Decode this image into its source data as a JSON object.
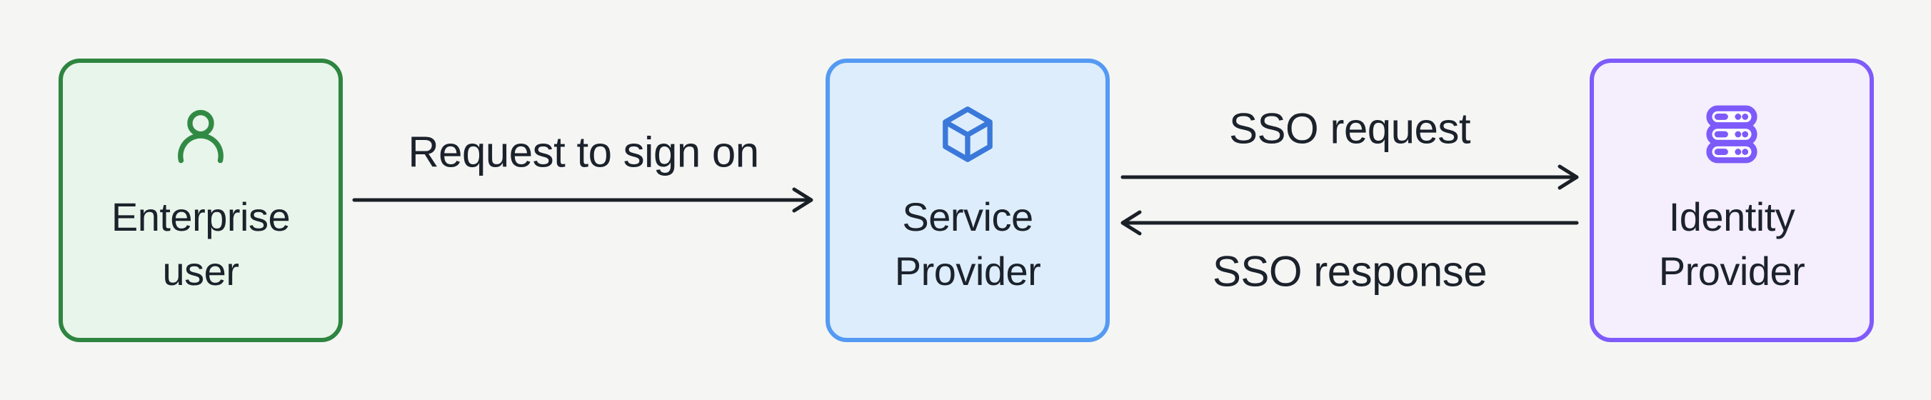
{
  "diagram": {
    "title": "SSO flow diagram",
    "background": "#f5f6f4",
    "text_color": "#1c222b",
    "arrow_color": "#1b2027",
    "nodes": [
      {
        "id": "enterprise-user",
        "label": "Enterprise user",
        "icon": "user-icon",
        "border_color": "#2e8540",
        "fill_color": "#e8f5ea",
        "icon_color": "#318a43"
      },
      {
        "id": "service-provider",
        "label": "Service Provider",
        "icon": "box-icon",
        "border_color": "#549af3",
        "fill_color": "#ddedfc",
        "icon_color": "#3a78da"
      },
      {
        "id": "identity-provider",
        "label": "Identity Provider",
        "icon": "server-icon",
        "border_color": "#7e5bfa",
        "fill_color": "#f4eefd",
        "icon_color": "#7d5afa"
      }
    ],
    "edges": [
      {
        "label": "Request to sign on",
        "from": "enterprise-user",
        "to": "service-provider",
        "direction": "right"
      },
      {
        "label": "SSO request",
        "from": "service-provider",
        "to": "identity-provider",
        "direction": "right"
      },
      {
        "label": "SSO response",
        "from": "identity-provider",
        "to": "service-provider",
        "direction": "left"
      }
    ]
  }
}
